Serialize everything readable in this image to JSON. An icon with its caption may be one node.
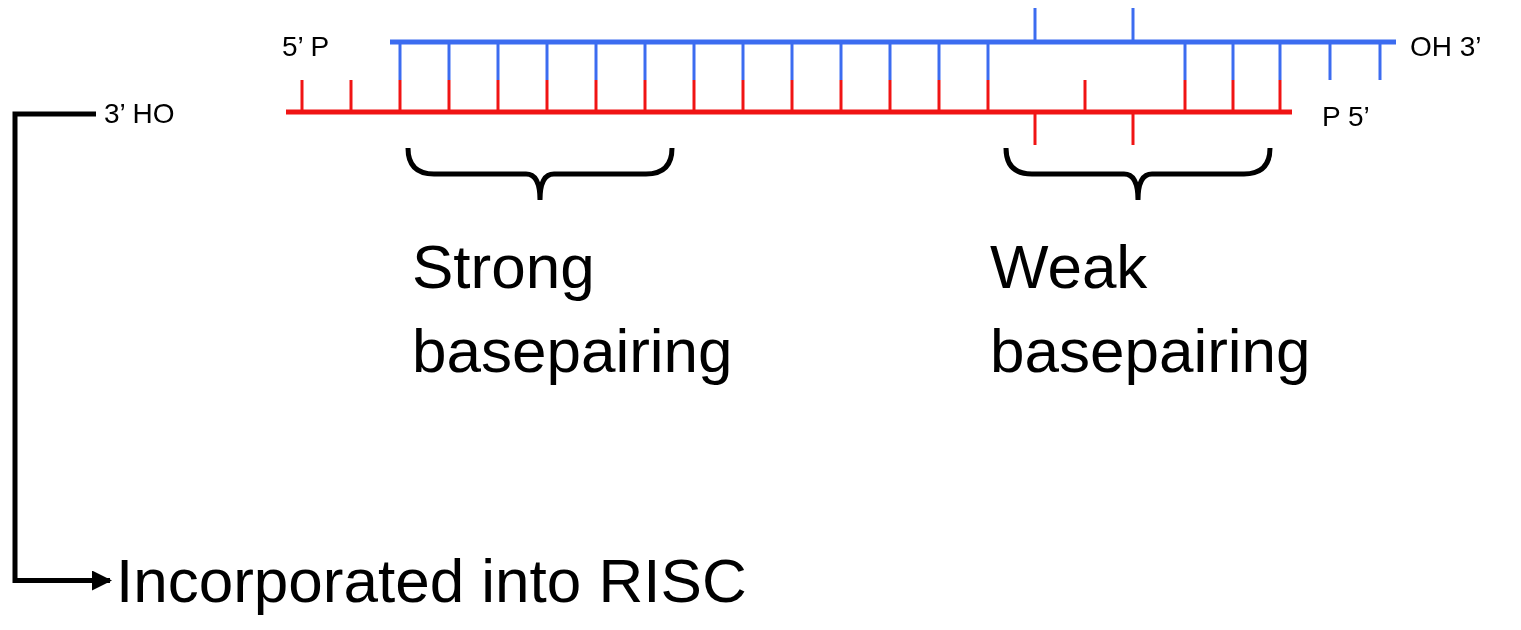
{
  "diagram": {
    "nodes": [
      {
        "text": [
          "3’ HO"
        ]
      },
      {
        "text": [
          "Incorporated into RISC"
        ]
      }
    ],
    "edges": [
      {
        "from": 0,
        "to": 1,
        "arrow": "to"
      }
    ],
    "labels": [
      "5’ P",
      "OH 3’",
      "P 5’",
      "Strong basepairing",
      "Weak basepairing"
    ]
  }
}
